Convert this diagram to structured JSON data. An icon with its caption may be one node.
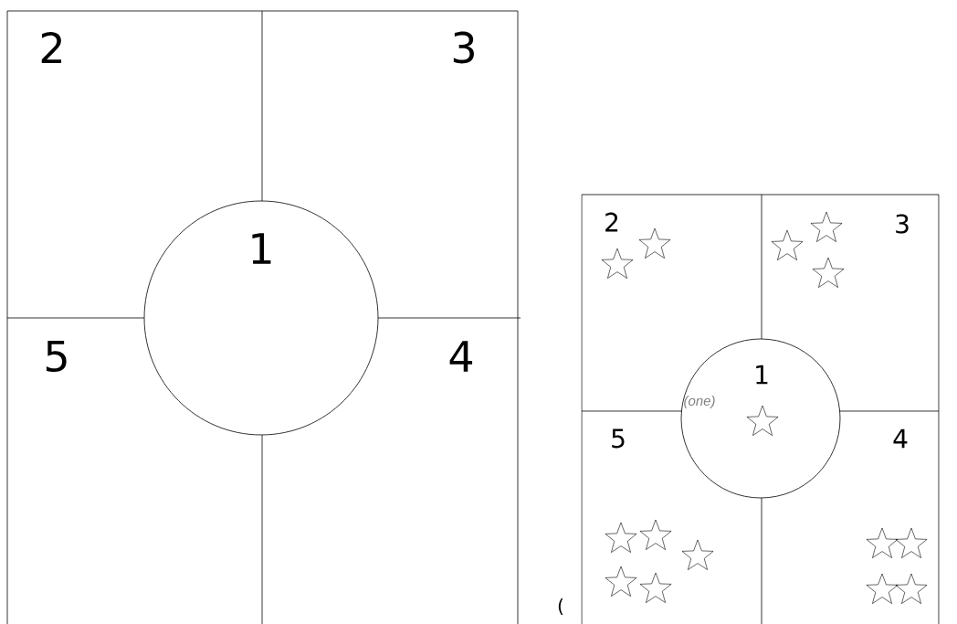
{
  "diagram": {
    "nodes": [
      {
        "text": [
          "1"
        ]
      },
      {
        "text": [
          "1",
          "(one)"
        ]
      }
    ],
    "labels": [
      "2",
      "3",
      "5",
      "4",
      "2",
      "3",
      "5",
      "4",
      "("
    ]
  }
}
